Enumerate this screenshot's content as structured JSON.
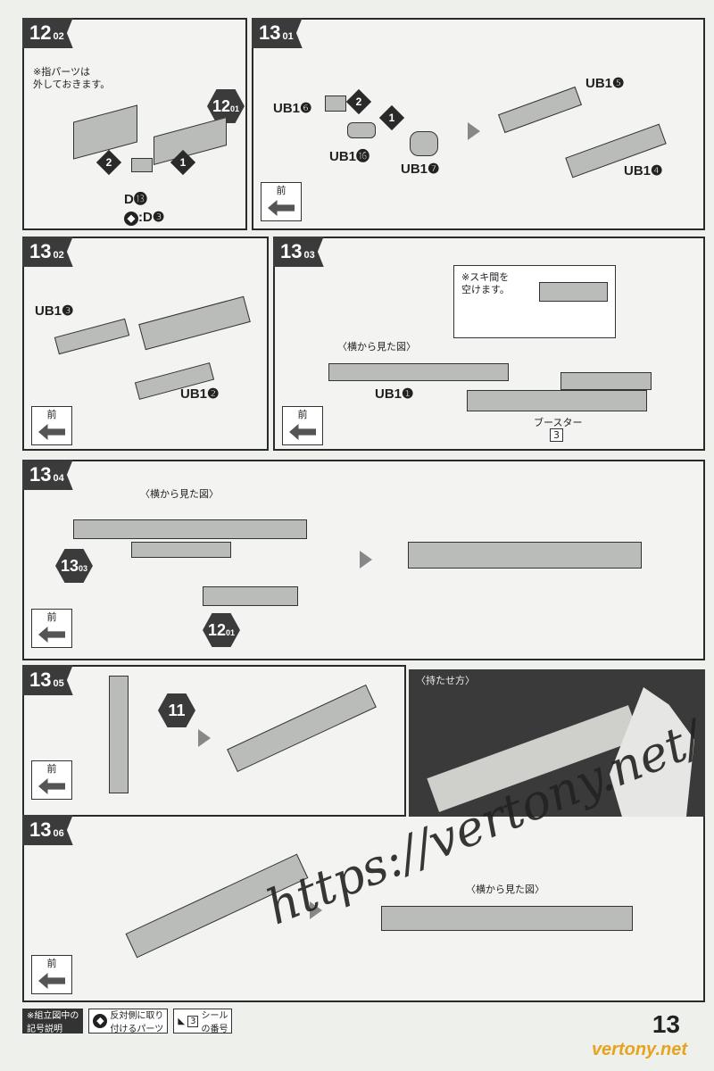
{
  "page_number": "13",
  "front_label": "前",
  "panels": {
    "p12_02": {
      "step": "12",
      "sub": "02",
      "note": "※指パーツは\n外しておきます。",
      "ref_step": "12",
      "ref_sub": "01",
      "part_d": "D⓭",
      "part_d2": ":D❸"
    },
    "p13_01": {
      "step": "13",
      "sub": "01",
      "labels": [
        "UB1❻",
        "UB1⓰",
        "UB1❼",
        "UB1❺",
        "UB1❹"
      ]
    },
    "p13_02": {
      "step": "13",
      "sub": "02",
      "labels": [
        "UB1❸",
        "UB1❷"
      ]
    },
    "p13_03": {
      "step": "13",
      "sub": "03",
      "side_view": "〈横から見た図〉",
      "gap_note": "※スキ間を\n空けます。",
      "label": "UB1❶",
      "booster": "ブースター",
      "sticker_no": "3"
    },
    "p13_04": {
      "step": "13",
      "sub": "04",
      "side_view": "〈横から見た図〉",
      "ref_a": "13",
      "ref_a_sub": "03",
      "ref_b": "12",
      "ref_b_sub": "01"
    },
    "p13_05": {
      "step": "13",
      "sub": "05",
      "ref": "11",
      "photo_caption": "〈持たせ方〉"
    },
    "p13_06": {
      "step": "13",
      "sub": "06",
      "side_view": "〈横から見た図〉"
    }
  },
  "footer": {
    "legend1": "※組立図中の\n記号説明",
    "legend2": "反対側に取り\n付けるパーツ",
    "legend3_no": "3",
    "legend3": "シール\nの番号"
  },
  "watermark": "https://vertony.net/",
  "watermark2": "vertony.net"
}
